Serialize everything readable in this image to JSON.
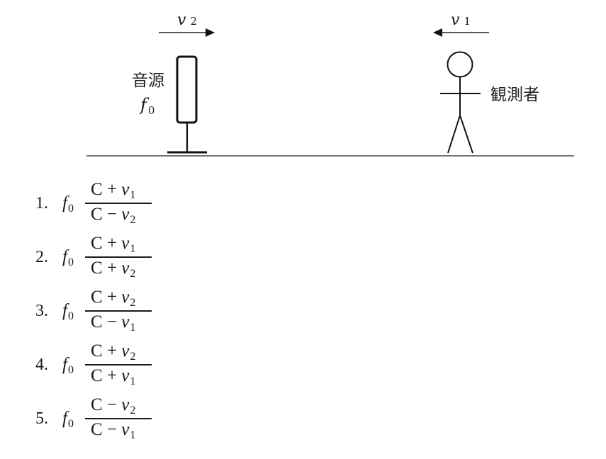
{
  "diagram": {
    "source": {
      "label": "音源",
      "freq_symbol": "f",
      "freq_subscript": "0",
      "velocity_symbol": "v",
      "velocity_subscript": "2",
      "direction": "right"
    },
    "observer": {
      "label": "観測者",
      "velocity_symbol": "v",
      "velocity_subscript": "1",
      "direction": "left"
    }
  },
  "choices": [
    {
      "number": "1.",
      "prefix": "f",
      "prefix_sub": "0",
      "numerator": {
        "op": "+",
        "var": "v",
        "sub": "1"
      },
      "denominator": {
        "op": "−",
        "var": "v",
        "sub": "2"
      }
    },
    {
      "number": "2.",
      "prefix": "f",
      "prefix_sub": "0",
      "numerator": {
        "op": "+",
        "var": "v",
        "sub": "1"
      },
      "denominator": {
        "op": "+",
        "var": "v",
        "sub": "2"
      }
    },
    {
      "number": "3.",
      "prefix": "f",
      "prefix_sub": "0",
      "numerator": {
        "op": "+",
        "var": "v",
        "sub": "2"
      },
      "denominator": {
        "op": "−",
        "var": "v",
        "sub": "1"
      }
    },
    {
      "number": "4.",
      "prefix": "f",
      "prefix_sub": "0",
      "numerator": {
        "op": "+",
        "var": "v",
        "sub": "2"
      },
      "denominator": {
        "op": "+",
        "var": "v",
        "sub": "1"
      }
    },
    {
      "number": "5.",
      "prefix": "f",
      "prefix_sub": "0",
      "numerator": {
        "op": "−",
        "var": "v",
        "sub": "2"
      },
      "denominator": {
        "op": "−",
        "var": "v",
        "sub": "1"
      }
    }
  ],
  "constant_symbol": "C"
}
